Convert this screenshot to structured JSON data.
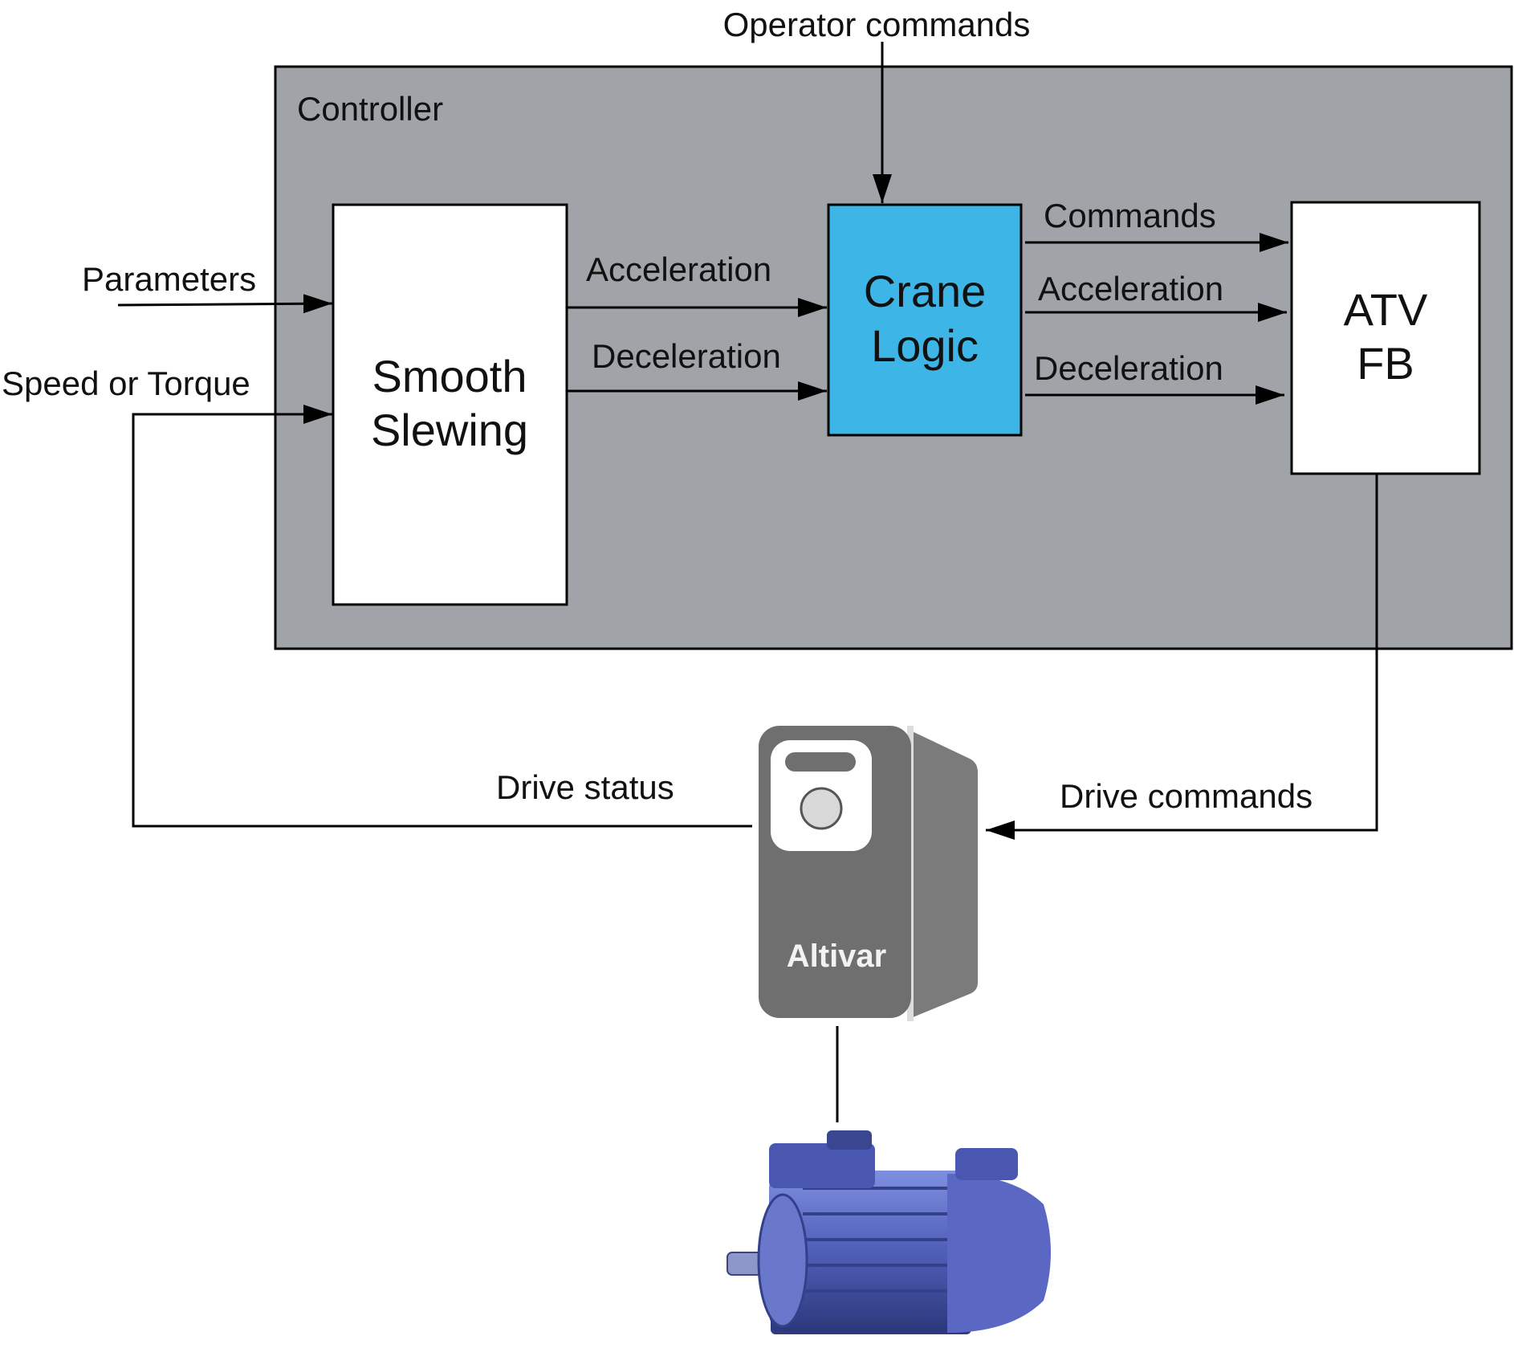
{
  "controller": {
    "label": "Controller",
    "fill": "#a0a3a7"
  },
  "inputs": {
    "operator_commands": "Operator commands",
    "parameters": "Parameters",
    "speed_or_torque": "Speed or Torque"
  },
  "blocks": {
    "smooth_slewing": {
      "line1": "Smooth",
      "line2": "Slewing",
      "fill": "#ffffff"
    },
    "crane_logic": {
      "line1": "Crane",
      "line2": "Logic",
      "fill": "#3db5e6"
    },
    "atv_fb": {
      "line1": "ATV",
      "line2": "FB",
      "fill": "#ffffff"
    }
  },
  "signals": {
    "ss_to_cl": [
      "Acceleration",
      "Deceleration"
    ],
    "cl_to_atv": [
      "Commands",
      "Acceleration",
      "Deceleration"
    ]
  },
  "feedback": {
    "drive_status": "Drive status",
    "drive_commands": "Drive commands"
  },
  "drive": {
    "brand": "Altivar",
    "body_color": "#6f6f6f",
    "side_color": "#7b7b7b",
    "panel_color": "#ffffff"
  },
  "motor": {
    "icon": "electric-motor-icon",
    "color": "#4f5fb8"
  }
}
